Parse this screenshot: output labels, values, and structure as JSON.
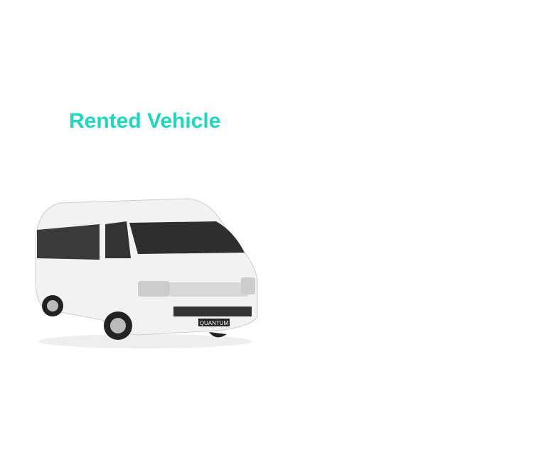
{
  "heading": "Rented Vehicle",
  "vehicle": {
    "plate_text": "QUANTUM",
    "image": "white-toyota-van"
  },
  "colors": {
    "accent": "#1dd8bd"
  }
}
